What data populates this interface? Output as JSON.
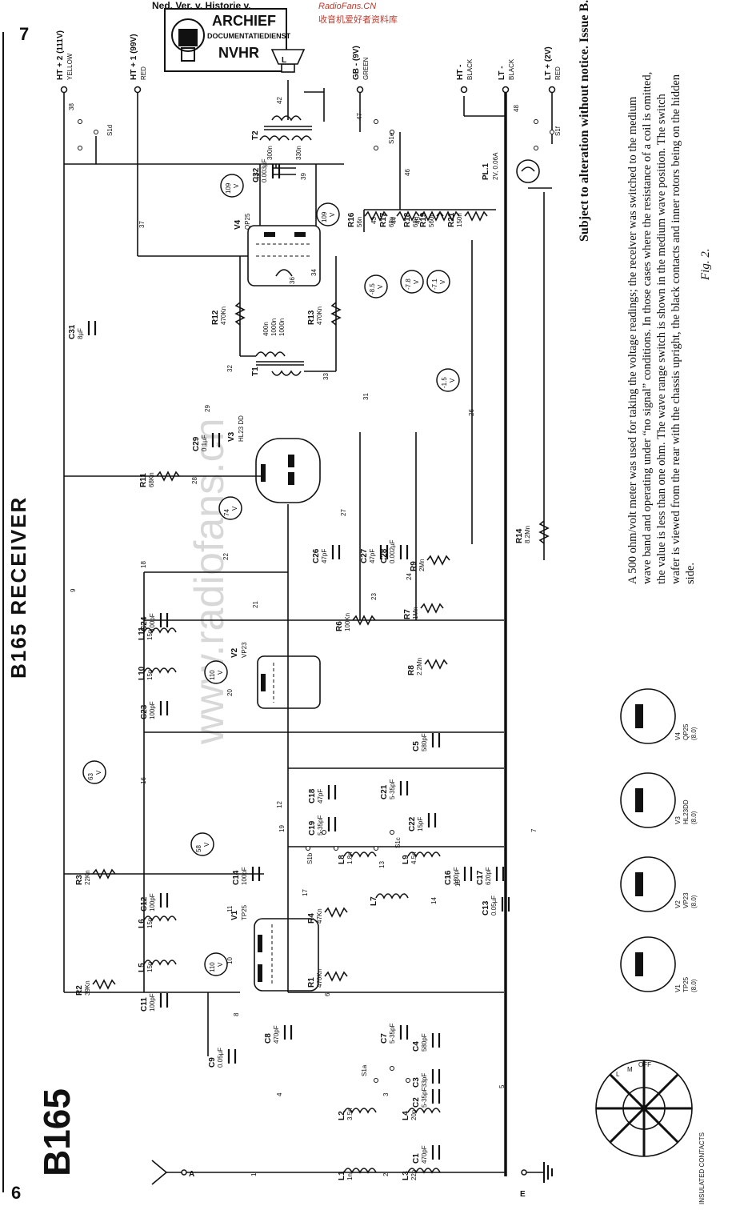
{
  "header": {
    "top_text": "Ned. Ver. v. Historie v.",
    "site_domain": "RadioFans.CN",
    "site_name_cn": "收音机爱好者资料库",
    "stamp_line1": "ARCHIEF",
    "stamp_line2": "DOCUMENTATIEDIENST",
    "stamp_line3": "NVHR",
    "page_left": "6",
    "page_right": "7"
  },
  "title": "B165 RECEIVER",
  "model": "B165",
  "watermark": "www.radiofans.cn",
  "notes": {
    "issue": "Subject to alteration without notice. Issue B.",
    "voltage_note_lines": [
      "A 500 ohm/volt meter was used for taking the voltage readings; the receiver was switched to the medium",
      "wave band and operating under “no signal” conditions. In those cases where the resistance of a coil is omitted,",
      "the value is less than one ohm. The wave range switch is shown in the medium wave position. The switch",
      "wafer is viewed from the rear with the chassis upright, the black contacts and inner rotors being on the hidden",
      "side."
    ],
    "figure_caption": "Fig. 2."
  },
  "supply_labels": [
    {
      "name": "HT + 2 (111V)",
      "sub": "YELLOW"
    },
    {
      "name": "HT + 1 (99V)",
      "sub": "RED"
    },
    {
      "name": "GB - (9V)",
      "sub": "GREEN"
    },
    {
      "name": "HT -",
      "sub": "BLACK"
    },
    {
      "name": "LT -",
      "sub": "BLACK"
    },
    {
      "name": "LT + (2V)",
      "sub": "RED"
    }
  ],
  "terminals": {
    "aerial": "A",
    "earth": "E"
  },
  "valves": [
    {
      "ref": "V1",
      "type": "TP25"
    },
    {
      "ref": "V2",
      "type": "VP23"
    },
    {
      "ref": "V3",
      "type": "HL23 DD"
    },
    {
      "ref": "V4",
      "type": "QP25"
    }
  ],
  "voltages": [
    "110 V",
    "58 V",
    "110 V",
    "63 V",
    "74 V",
    "109 V",
    "109 V",
    "-1.5 V",
    "-8.5 V",
    "-7.8 V",
    "-7.1 V"
  ],
  "resistors": [
    {
      "ref": "R1",
      "value": "470Kn"
    },
    {
      "ref": "R2",
      "value": "39Kn"
    },
    {
      "ref": "R3",
      "value": "22Kn"
    },
    {
      "ref": "R4",
      "value": "47Kn"
    },
    {
      "ref": "R6",
      "value": "100Kn"
    },
    {
      "ref": "R7",
      "value": "1Mn"
    },
    {
      "ref": "R8",
      "value": "2.2Mn"
    },
    {
      "ref": "R9",
      "value": "2Mn"
    },
    {
      "ref": "R11",
      "value": "68Kn"
    },
    {
      "ref": "R12",
      "value": "470Kn"
    },
    {
      "ref": "R13",
      "value": "470Kn"
    },
    {
      "ref": "R14",
      "value": "8.2Mn"
    },
    {
      "ref": "R16",
      "value": "56n"
    },
    {
      "ref": "R17",
      "value": "68n"
    },
    {
      "ref": "R18",
      "value": "68n"
    },
    {
      "ref": "R19",
      "value": "560n"
    },
    {
      "ref": "R21",
      "value": "150n"
    }
  ],
  "capacitors": [
    {
      "ref": "C1",
      "value": "470pF"
    },
    {
      "ref": "C2",
      "value": "5-35pF"
    },
    {
      "ref": "C3",
      "value": "33pF"
    },
    {
      "ref": "C4",
      "value": "580pF"
    },
    {
      "ref": "C5",
      "value": "580pF"
    },
    {
      "ref": "C7",
      "value": "5-35pF"
    },
    {
      "ref": "C8",
      "value": "470pF"
    },
    {
      "ref": "C9",
      "value": "0.05µF"
    },
    {
      "ref": "C11",
      "value": "100pF"
    },
    {
      "ref": "C12",
      "value": "100pF"
    },
    {
      "ref": "C13",
      "value": "0.05µF"
    },
    {
      "ref": "C14",
      "value": "100pF"
    },
    {
      "ref": "C16",
      "value": "180pF"
    },
    {
      "ref": "C17",
      "value": "620pF"
    },
    {
      "ref": "C18",
      "value": "47pF"
    },
    {
      "ref": "C19",
      "value": "5-35pF"
    },
    {
      "ref": "C21",
      "value": "5-35pF"
    },
    {
      "ref": "C22",
      "value": "15pF"
    },
    {
      "ref": "C23",
      "value": "100pF"
    },
    {
      "ref": "C24",
      "value": "100pF"
    },
    {
      "ref": "C26",
      "value": "47pF"
    },
    {
      "ref": "C27",
      "value": "47pF"
    },
    {
      "ref": "C28",
      "value": "0.002µF"
    },
    {
      "ref": "C29",
      "value": "0.1µF"
    },
    {
      "ref": "C31",
      "value": "8µF"
    },
    {
      "ref": "C32",
      "value": "0.003µF"
    }
  ],
  "inductors": [
    {
      "ref": "L1",
      "value": "1n"
    },
    {
      "ref": "L2",
      "value": "3.5n"
    },
    {
      "ref": "L3",
      "value": "22n"
    },
    {
      "ref": "L4",
      "value": "20n"
    },
    {
      "ref": "L5",
      "value": "15n"
    },
    {
      "ref": "L6",
      "value": "15n"
    },
    {
      "ref": "L7",
      "value": ""
    },
    {
      "ref": "L8",
      "value": "1.8n"
    },
    {
      "ref": "L9",
      "value": "4.5n"
    },
    {
      "ref": "L10",
      "value": "15n"
    },
    {
      "ref": "L11",
      "value": "15n"
    }
  ],
  "transformers": [
    {
      "ref": "T1",
      "windings": [
        "400n",
        "1000n",
        "1000n"
      ]
    },
    {
      "ref": "T2",
      "windings": [
        "300n",
        "330n"
      ]
    }
  ],
  "misc": {
    "pilot_lamp": "PL.1",
    "pilot_rating": "2V, 0.06A",
    "switches": [
      "S1a",
      "S1b",
      "S1c",
      "S1d",
      "S1e",
      "S1f"
    ],
    "speaker": "L",
    "wavebands": [
      "L",
      "M",
      "OFF"
    ],
    "insulated_contacts": "INSULATED CONTACTS",
    "base_labels": [
      {
        "ref": "V1",
        "type": "TP25",
        "base": "(8.0)"
      },
      {
        "ref": "V2",
        "type": "VP23",
        "base": "(8.0)"
      },
      {
        "ref": "V3",
        "type": "HL23DD",
        "base": "(8.0)"
      },
      {
        "ref": "V4",
        "type": "QP25",
        "base": "(8.0)"
      }
    ]
  },
  "wire_numbers": [
    "1",
    "2",
    "3",
    "4",
    "5",
    "6",
    "7",
    "8",
    "9",
    "10",
    "11",
    "12",
    "13",
    "14",
    "15",
    "16",
    "17",
    "18",
    "19",
    "20",
    "21",
    "22",
    "23",
    "24",
    "26",
    "27",
    "28",
    "29",
    "31",
    "32",
    "33",
    "34",
    "36",
    "37",
    "38",
    "39",
    "41",
    "42",
    "43",
    "44",
    "45",
    "46",
    "47",
    "48"
  ]
}
